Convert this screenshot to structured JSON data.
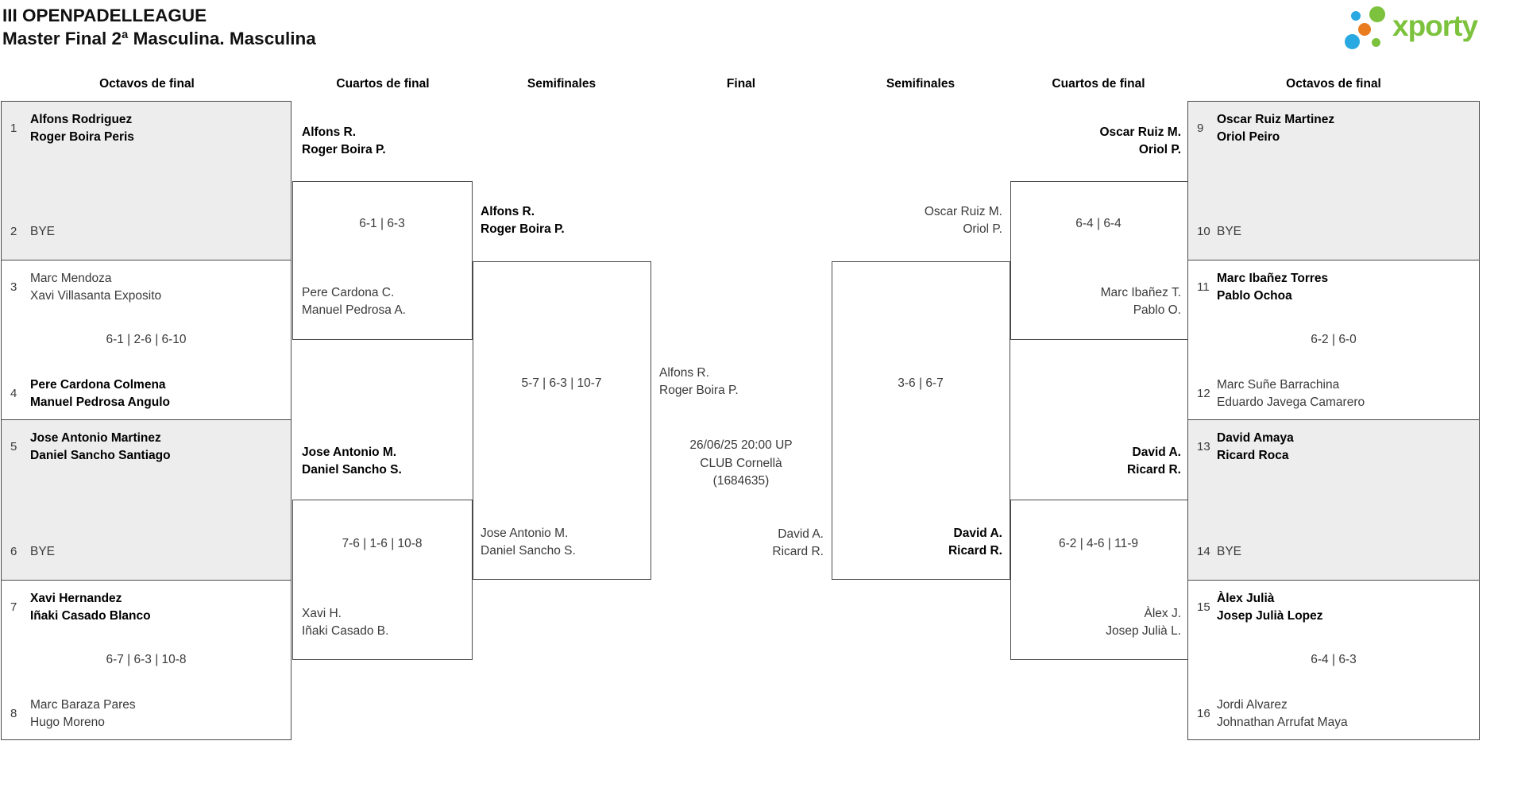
{
  "page": {
    "title_line1": "III OPENPADELLEAGUE",
    "title_line2": "Master Final 2ª Masculina. Masculina"
  },
  "logo": {
    "text": "xporty",
    "green": "#7CC23D",
    "blue": "#29A9E1",
    "orange": "#E87C1E"
  },
  "colors": {
    "shaded_block": "#EDEDED",
    "border": "#4A4A4A"
  },
  "rounds": {
    "r16_left": "Octavos de final",
    "qf_left": "Cuartos de final",
    "sf_left": "Semifinales",
    "final": "Final",
    "sf_right": "Semifinales",
    "qf_right": "Cuartos de final",
    "r16_right": "Octavos de final"
  },
  "octavos_left": [
    {
      "shaded": true,
      "score": "",
      "team1": {
        "seed": "1",
        "p1": "Alfons Rodriguez",
        "p2": "Roger Boira Peris",
        "winner": true
      },
      "team2": {
        "seed": "2",
        "p1": "BYE",
        "winner": false
      }
    },
    {
      "shaded": false,
      "score": "6-1 | 2-6 | 6-10",
      "team1": {
        "seed": "3",
        "p1": "Marc Mendoza",
        "p2": "Xavi Villasanta Exposito",
        "winner": false
      },
      "team2": {
        "seed": "4",
        "p1": "Pere Cardona Colmena",
        "p2": "Manuel Pedrosa Angulo",
        "winner": true
      }
    },
    {
      "shaded": true,
      "score": "",
      "team1": {
        "seed": "5",
        "p1": "Jose Antonio Martinez",
        "p2": "Daniel Sancho Santiago",
        "winner": true
      },
      "team2": {
        "seed": "6",
        "p1": "BYE",
        "winner": false
      }
    },
    {
      "shaded": false,
      "score": "6-7 | 6-3 | 10-8",
      "team1": {
        "seed": "7",
        "p1": "Xavi Hernandez",
        "p2": "Iñaki Casado Blanco",
        "winner": true
      },
      "team2": {
        "seed": "8",
        "p1": "Marc Baraza Pares",
        "p2": "Hugo Moreno",
        "winner": false
      }
    }
  ],
  "octavos_right": [
    {
      "shaded": true,
      "score": "",
      "team1": {
        "seed": "9",
        "p1": "Oscar Ruiz Martinez",
        "p2": "Oriol Peiro",
        "winner": true
      },
      "team2": {
        "seed": "10",
        "p1": "BYE",
        "winner": false
      }
    },
    {
      "shaded": false,
      "score": "6-2 | 6-0",
      "team1": {
        "seed": "11",
        "p1": "Marc Ibañez Torres",
        "p2": "Pablo Ochoa",
        "winner": true
      },
      "team2": {
        "seed": "12",
        "p1": "Marc Suñe Barrachina",
        "p2": "Eduardo Javega Camarero",
        "winner": false
      }
    },
    {
      "shaded": true,
      "score": "",
      "team1": {
        "seed": "13",
        "p1": "David Amaya",
        "p2": "Ricard Roca",
        "winner": true
      },
      "team2": {
        "seed": "14",
        "p1": "BYE",
        "winner": false
      }
    },
    {
      "shaded": false,
      "score": "6-4 | 6-3",
      "team1": {
        "seed": "15",
        "p1": "Àlex Julià",
        "p2": "Josep Julià Lopez",
        "winner": true
      },
      "team2": {
        "seed": "16",
        "p1": "Jordi Alvarez",
        "p2": "Johnathan Arrufat Maya",
        "winner": false
      }
    }
  ],
  "cuartos_left": [
    {
      "team1": {
        "p1": "Alfons R.",
        "p2": "Roger Boira P.",
        "winner": true
      },
      "score": "6-1 | 6-3",
      "team2": {
        "p1": "Pere Cardona C.",
        "p2": "Manuel Pedrosa A.",
        "winner": false
      }
    },
    {
      "team1": {
        "p1": "Jose Antonio M.",
        "p2": "Daniel Sancho S.",
        "winner": true
      },
      "score": "7-6 | 1-6 | 10-8",
      "team2": {
        "p1": "Xavi H.",
        "p2": "Iñaki Casado B.",
        "winner": false
      }
    }
  ],
  "cuartos_right": [
    {
      "team1": {
        "p1": "Oscar Ruiz M.",
        "p2": "Oriol P.",
        "winner": true
      },
      "score": "6-4 | 6-4",
      "team2": {
        "p1": "Marc Ibañez T.",
        "p2": "Pablo O.",
        "winner": false
      }
    },
    {
      "team1": {
        "p1": "David A.",
        "p2": "Ricard R.",
        "winner": true
      },
      "score": "6-2 | 4-6 | 11-9",
      "team2": {
        "p1": "Àlex J.",
        "p2": "Josep Julià L.",
        "winner": false
      }
    }
  ],
  "semi_left": {
    "team1": {
      "p1": "Alfons R.",
      "p2": "Roger Boira P.",
      "winner": true
    },
    "score": "5-7 | 6-3 | 10-7",
    "team2": {
      "p1": "Jose Antonio M.",
      "p2": "Daniel Sancho S.",
      "winner": false
    }
  },
  "semi_right": {
    "team1": {
      "p1": "Oscar Ruiz M.",
      "p2": "Oriol P.",
      "winner": false
    },
    "score": "3-6 | 6-7",
    "team2": {
      "p1": "David A.",
      "p2": "Ricard R.",
      "winner": true
    }
  },
  "final": {
    "team1": {
      "p1": "Alfons R.",
      "p2": "Roger Boira P."
    },
    "info1": "26/06/25 20:00 UP",
    "info2": "CLUB Cornellà",
    "info3": "(1684635)",
    "team2": {
      "p1": "David A.",
      "p2": "Ricard R."
    }
  }
}
